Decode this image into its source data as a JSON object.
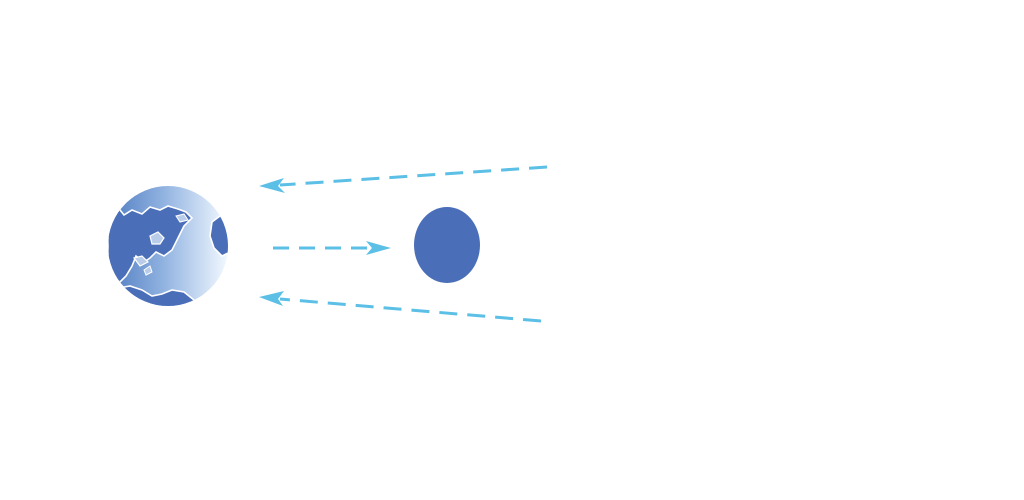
{
  "diagram": {
    "nodes": [
      {
        "id": "earth",
        "icon": "earth-globe-icon"
      },
      {
        "id": "moon",
        "icon": "moon-icon"
      }
    ],
    "arrows": [
      {
        "id": "upper-ray",
        "from": "right",
        "to": "earth",
        "style": "dashed"
      },
      {
        "id": "middle-ray",
        "from": "earth",
        "to": "moon",
        "style": "dashed"
      },
      {
        "id": "lower-ray",
        "from": "right",
        "to": "earth",
        "style": "dashed"
      }
    ]
  },
  "colors": {
    "background": "#ffffff",
    "arrow": "#5bbfe6",
    "moon": "#4a6fb8",
    "earth_land": "#4a6fb8",
    "earth_ocean_light": "#eaf5fd",
    "earth_ocean_mid": "#9fbde6",
    "earth_coast": "#ffffff"
  }
}
